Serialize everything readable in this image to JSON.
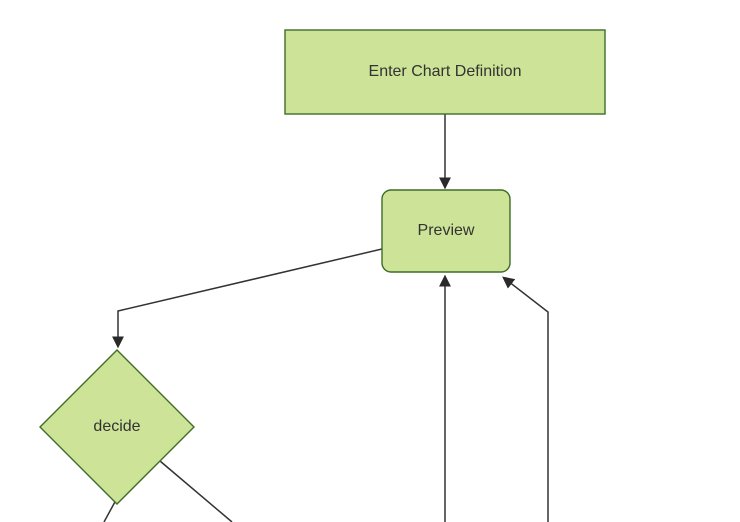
{
  "diagram": {
    "type": "flowchart",
    "direction": "top-down",
    "nodes": [
      {
        "id": "A",
        "label": "Enter Chart Definition",
        "shape": "rectangle"
      },
      {
        "id": "B",
        "label": "Preview",
        "shape": "rounded-rectangle"
      },
      {
        "id": "C",
        "label": "decide",
        "shape": "diamond"
      }
    ],
    "edges": [
      {
        "from": "Enter Chart Definition",
        "to": "Preview",
        "arrow_visible": true
      },
      {
        "from": "Preview",
        "to": "decide",
        "arrow_visible": true
      },
      {
        "from": "decide",
        "to": "offscreen-bottom-left",
        "arrow_visible": false
      },
      {
        "from": "decide",
        "to": "offscreen-bottom-right",
        "arrow_visible": false
      },
      {
        "from": "offscreen-bottom",
        "to": "Preview",
        "arrow_visible": true
      },
      {
        "from": "offscreen-bottom",
        "to": "Preview",
        "arrow_visible": true
      }
    ]
  },
  "colors": {
    "node_fill": "#cde498",
    "node_border": "#3f6c28",
    "edge": "#333333",
    "arrowhead": "#2a2a2a",
    "text": "#333333",
    "background": "#ffffff"
  }
}
